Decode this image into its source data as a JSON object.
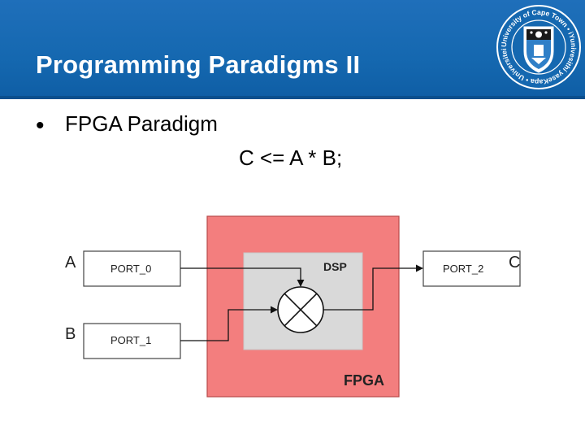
{
  "slide": {
    "title": "Programming Paradigms II",
    "bullet": "FPGA Paradigm",
    "code": "C <= A * B;"
  },
  "seal": {
    "ring_text": "University of Cape Town • iYunivesithi yaseKapa • Universiteit van Kaapstad •"
  },
  "diagram": {
    "input_a": "A",
    "input_b": "B",
    "output_c": "C",
    "port_0": "PORT_0",
    "port_1": "PORT_1",
    "port_2": "PORT_2",
    "dsp_label": "DSP",
    "fpga_label": "FPGA"
  },
  "colors": {
    "header_blue": "#1568b0",
    "fpga_fill": "#f37e7e",
    "dsp_fill": "#d9d9d9"
  }
}
